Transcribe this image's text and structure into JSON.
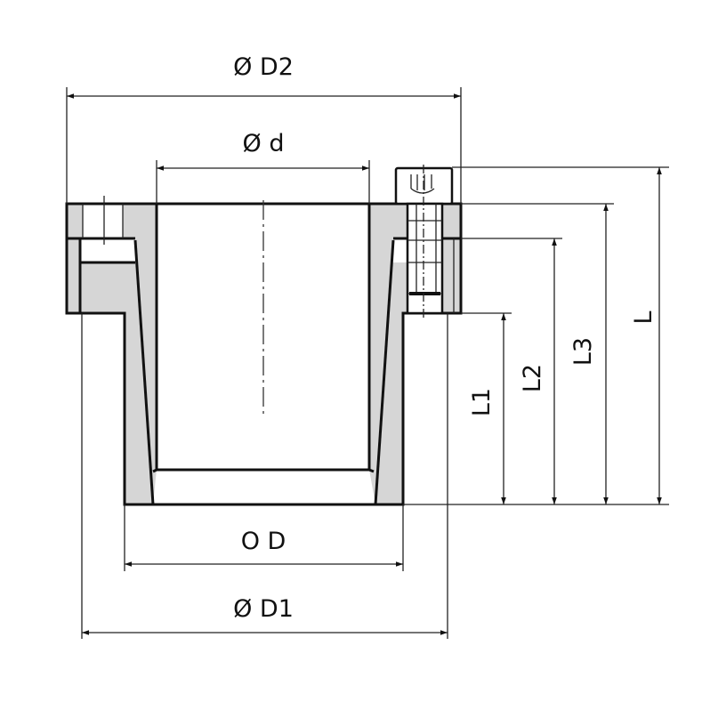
{
  "labels": {
    "d2": "Ø D2",
    "d": "Ø d",
    "od": "O D",
    "d1": "Ø D1",
    "l1": "L1",
    "l2": "L2",
    "l3": "L3",
    "l": "L"
  },
  "colors": {
    "line": "#111111",
    "section_fill": "#d6d6d6"
  }
}
